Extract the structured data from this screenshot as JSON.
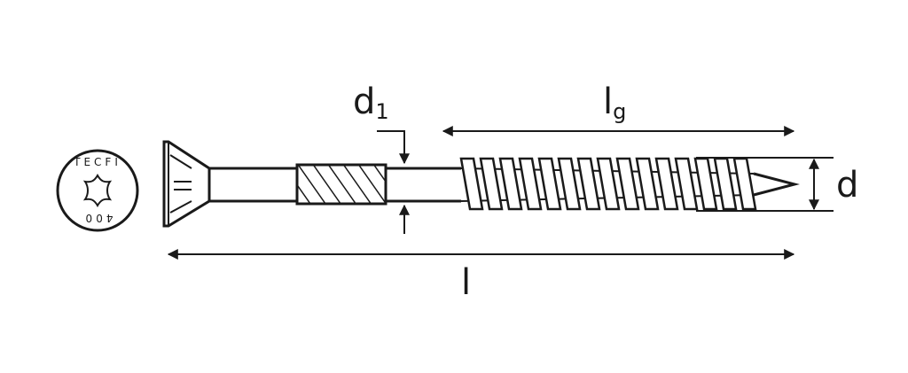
{
  "dimensions": {
    "d1": {
      "main": "d",
      "sub": "1"
    },
    "lg": {
      "main": "l",
      "sub": "g"
    },
    "d": "d",
    "l": "l"
  },
  "head_marking": {
    "top": "TECFI",
    "bottom": "400"
  },
  "colors": {
    "line": "#1a1a1a",
    "background": "#ffffff"
  },
  "icons": {
    "head": "torx-drive-icon"
  }
}
